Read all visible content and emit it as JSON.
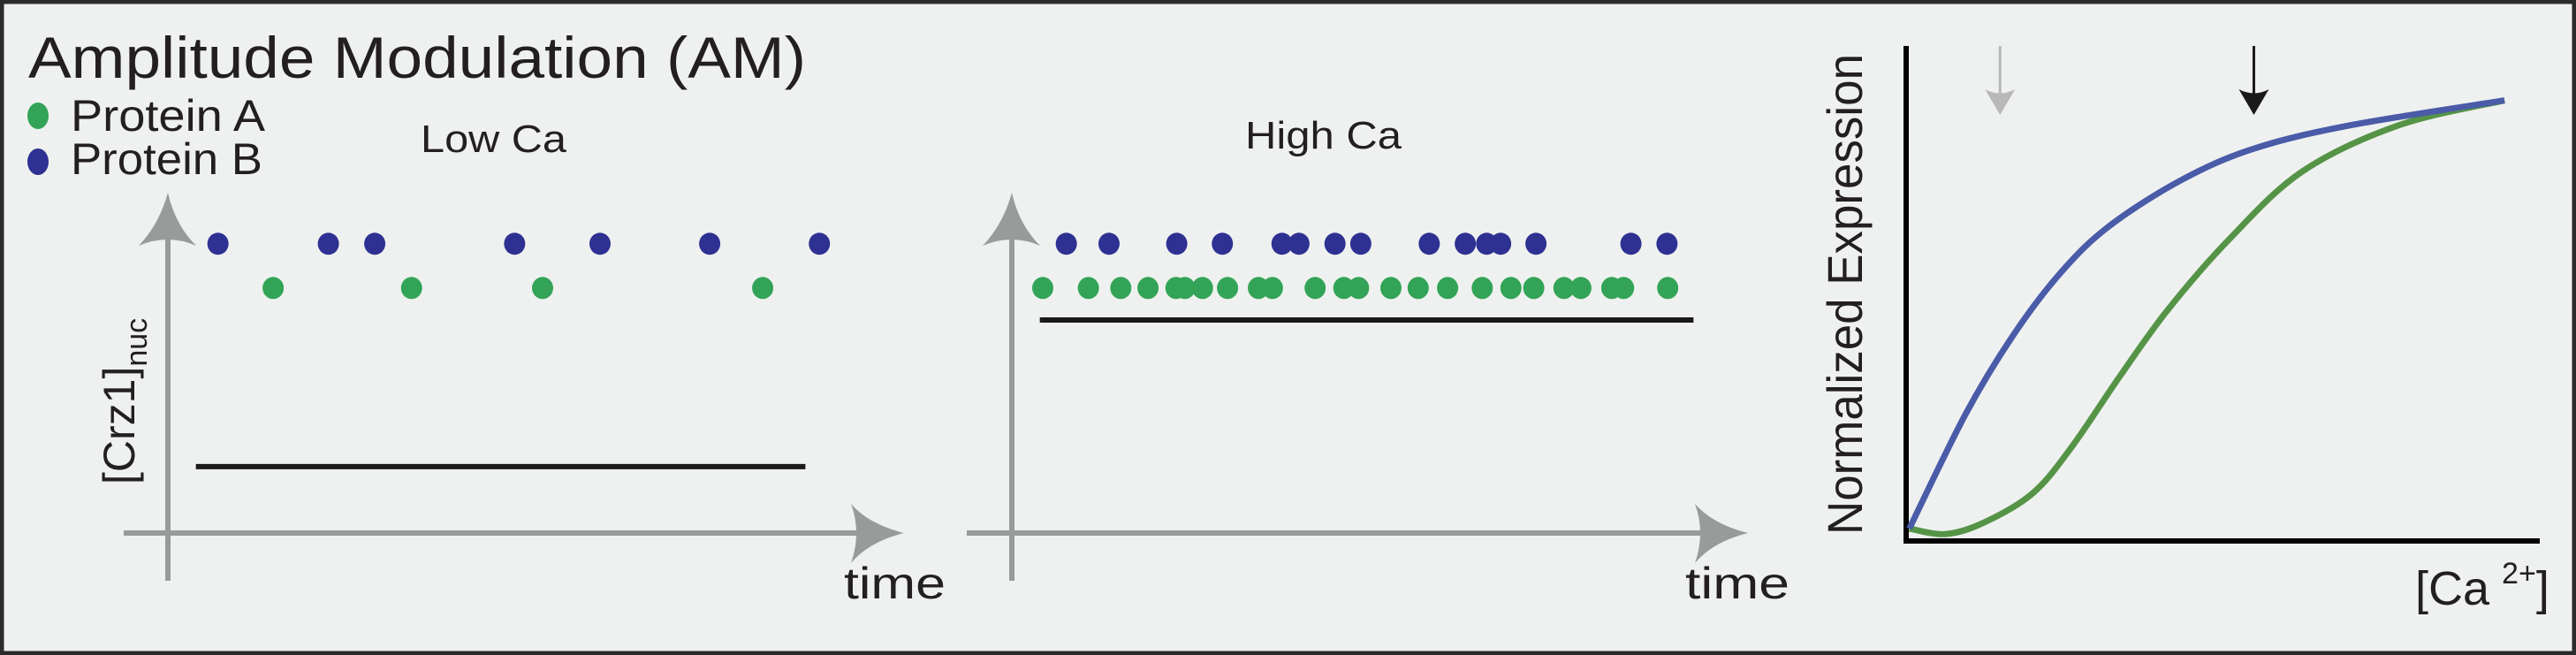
{
  "title": "Amplitude Modulation (AM)",
  "legend": [
    {
      "label": "Protein A",
      "color": "#33a457"
    },
    {
      "label": "Protein B",
      "color": "#2e3192"
    }
  ],
  "colors": {
    "axis_grey": "#999a9a",
    "level_line": "#1a1a1a",
    "dot_blue": "#2e3192",
    "dot_green": "#33a457",
    "curve_blue": "#4a5ba8",
    "curve_green": "#559447",
    "arrow_grey": "#b8b8b8",
    "arrow_black": "#1a1a1a"
  },
  "y_label_main": "[Crz1]",
  "y_label_sub": "nuc",
  "chart_data": [
    {
      "type": "scatter",
      "title": "Low Ca",
      "xlabel": "time",
      "ylabel": "[Crz1]nuc",
      "xlim": [
        0,
        100
      ],
      "ylim": [
        0,
        1
      ],
      "level": {
        "value": 0.195,
        "x_start": 3.8,
        "x_end": 86.6
      },
      "series": [
        {
          "name": "Protein B",
          "y": 0.85,
          "x": [
            6.8,
            21.8,
            28.1,
            47.1,
            58.7,
            73.6,
            88.5
          ]
        },
        {
          "name": "Protein A",
          "y": 0.72,
          "x": [
            14.3,
            33.1,
            50.9,
            80.8
          ]
        }
      ]
    },
    {
      "type": "scatter",
      "title": "High Ca",
      "xlabel": "time",
      "ylabel": "[Crz1]nuc",
      "xlim": [
        0,
        100
      ],
      "ylim": [
        0,
        1
      ],
      "level": {
        "value": 0.626,
        "x_start": 3.8,
        "x_end": 92.6
      },
      "series": [
        {
          "name": "Protein B",
          "y": 0.85,
          "x": [
            7.4,
            13.2,
            22.4,
            28.6,
            36.7,
            39.0,
            43.9,
            47.4,
            56.7,
            61.6,
            64.5,
            66.4,
            71.2,
            84.1,
            89.0
          ]
        },
        {
          "name": "Protein A",
          "y": 0.72,
          "x": [
            4.2,
            10.4,
            14.8,
            18.5,
            22.3,
            23.5,
            25.9,
            29.3,
            33.5,
            35.4,
            41.2,
            45.1,
            47.1,
            51.5,
            55.2,
            59.2,
            63.9,
            67.8,
            70.9,
            75.0,
            77.3,
            81.5,
            83.1,
            89.1
          ]
        }
      ]
    },
    {
      "type": "line",
      "title": "",
      "xlabel_main": "[Ca",
      "xlabel_sup": "2+",
      "xlabel_close": "]",
      "ylabel": "Normalized Expression",
      "xlim": [
        0,
        1
      ],
      "ylim": [
        0,
        1
      ],
      "markers": [
        {
          "x": 0.148,
          "color": "#b8b8b8",
          "meaning": "Low Ca"
        },
        {
          "x": 0.548,
          "color": "#1a1a1a",
          "meaning": "High Ca"
        }
      ],
      "series": [
        {
          "name": "Protein B",
          "x": [
            0.005,
            0.094,
            0.17,
            0.245,
            0.321,
            0.435,
            0.549,
            0.701,
            0.943
          ],
          "y": [
            0.025,
            0.257,
            0.418,
            0.544,
            0.637,
            0.73,
            0.793,
            0.84,
            0.89
          ]
        },
        {
          "name": "Protein A",
          "x": [
            0.005,
            0.063,
            0.124,
            0.2,
            0.261,
            0.337,
            0.413,
            0.511,
            0.625,
            0.777,
            0.943
          ],
          "y": [
            0.025,
            0.014,
            0.038,
            0.097,
            0.19,
            0.333,
            0.468,
            0.612,
            0.747,
            0.84,
            0.89
          ]
        }
      ]
    }
  ]
}
